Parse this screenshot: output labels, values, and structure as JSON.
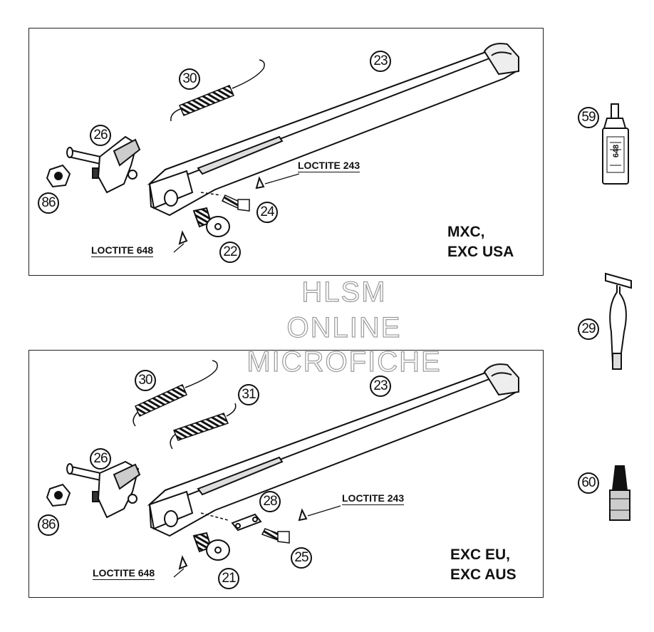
{
  "panels": {
    "top": {
      "variant_line1": "MXC,",
      "variant_line2": "EXC USA",
      "loctite_upper": "LOCTITE 243",
      "loctite_lower": "LOCTITE 648",
      "callouts": [
        "23",
        "30",
        "26",
        "86",
        "24",
        "22"
      ]
    },
    "bottom": {
      "variant_line1": "EXC EU,",
      "variant_line2": "EXC AUS",
      "loctite_upper": "LOCTITE 243",
      "loctite_lower": "LOCTITE 648",
      "callouts": [
        "30",
        "31",
        "23",
        "26",
        "86",
        "28",
        "25",
        "21"
      ]
    }
  },
  "side_parts": {
    "callouts": [
      "59",
      "29",
      "60"
    ],
    "bottle_label": "648"
  },
  "watermark": {
    "line1": "HLSM",
    "line2": "ONLINE",
    "line3": "MICROFICHE"
  }
}
